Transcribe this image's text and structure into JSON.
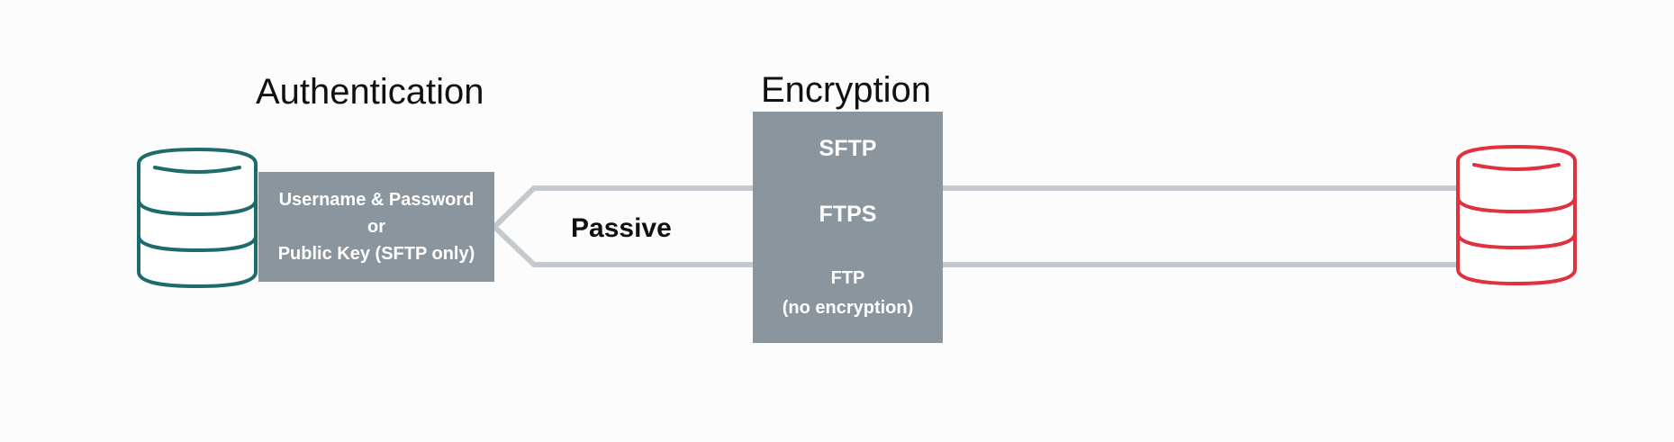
{
  "colors": {
    "background": "#fcfcfc",
    "box_fill": "#8a959e",
    "box_text": "#ffffff",
    "connector_line": "#c4c9cf",
    "client_database": "#1d6b6b",
    "server_database": "#e0313f"
  },
  "icons": {
    "client": "database-icon",
    "server": "database-icon"
  },
  "authentication": {
    "heading": "Authentication",
    "lines": [
      "Username & Password",
      "or",
      "Public Key (SFTP only)"
    ]
  },
  "encryption": {
    "heading": "Encryption",
    "protocols": [
      "SFTP",
      "FTPS",
      "FTP",
      "(no encryption)"
    ]
  },
  "connection": {
    "mode_label": "Passive"
  }
}
